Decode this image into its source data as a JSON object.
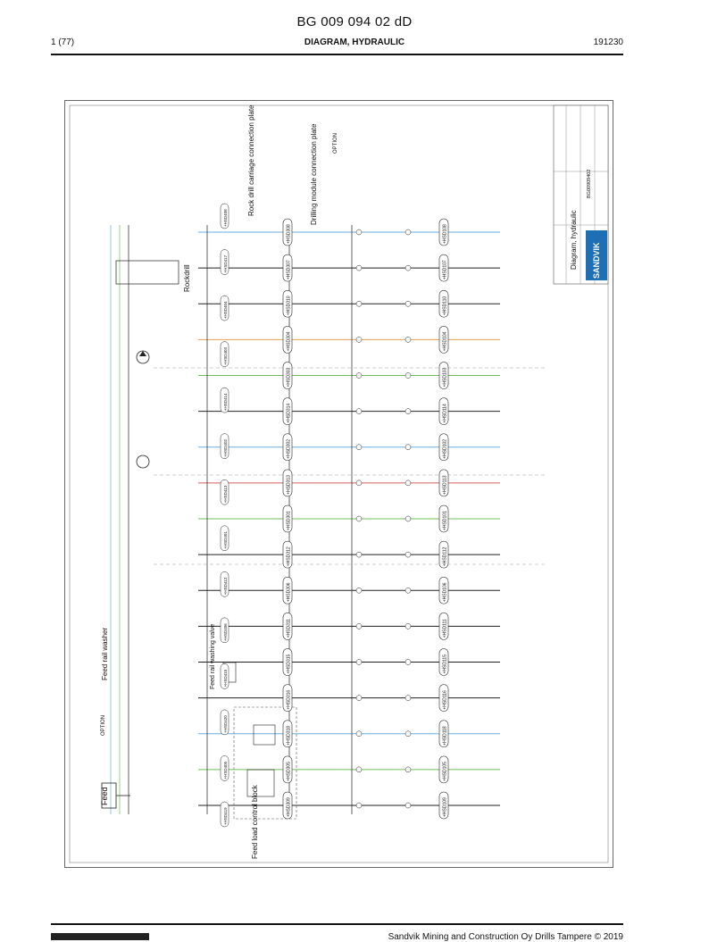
{
  "document": {
    "doc_number": "BG 009 094 02 dD",
    "page": "1 (77)",
    "section_title": "DIAGRAM, HYDRAULIC",
    "date_code": "191230"
  },
  "diagram": {
    "labels": {
      "feed": "Feed",
      "feed_load_control_block": "Feed load control block",
      "feed_rail_washer": "Feed rail washer",
      "feed_rail_washing_valve": "Feed rail washing valve",
      "rock_drill_carriage": "Rock drill carriage connection plate",
      "drilling_module": "Drilling module connection plate",
      "rockdrill": "Rockdrill",
      "option": "OPTION",
      "sandvik": "SANDVIK",
      "drawing_title": "Diagram, hydraulic",
      "drawing_number": "BG00909402"
    },
    "hose_codes_row_a": [
      "+HSD308",
      "+HSD307",
      "+HSD310",
      "+HSD304",
      "+HSD303",
      "+HSD314",
      "+HSD302",
      "+HSD313",
      "+HSD301",
      "+HSD312",
      "+HSD306",
      "+HSD311",
      "+HSD315",
      "+HSD316",
      "+HSD318",
      "+HSD305",
      "+HSD309"
    ],
    "hose_codes_row_b": [
      "+HSD108",
      "+HSD107",
      "+HSD110",
      "+HSD104",
      "+HSD103",
      "+HSD114",
      "+HSD102",
      "+HSD113",
      "+HSD101",
      "+HSD112",
      "+HSD106",
      "+HSD111",
      "+HSD115",
      "+HSD116",
      "+HSD118",
      "+HSD105",
      "+HSD109"
    ],
    "hose_codes_left": [
      "+HSD408",
      "+HSD417",
      "+HSD404",
      "+HSD403",
      "+HSD414",
      "+HSD402",
      "+HSD413",
      "+HSD401",
      "+HSD412",
      "+HSD406",
      "+HSD415",
      "+HSD420",
      "+HSD405",
      "+HSD419"
    ]
  },
  "footer": {
    "company_line": "Sandvik Mining and Construction Oy Drills Tampere © 2019"
  },
  "colors": {
    "line_black": "#222222",
    "line_blue": "#6aaee0",
    "line_green": "#6fbf5a",
    "line_red": "#d8605a",
    "line_orange": "#e0a050",
    "line_gray": "#999999"
  }
}
